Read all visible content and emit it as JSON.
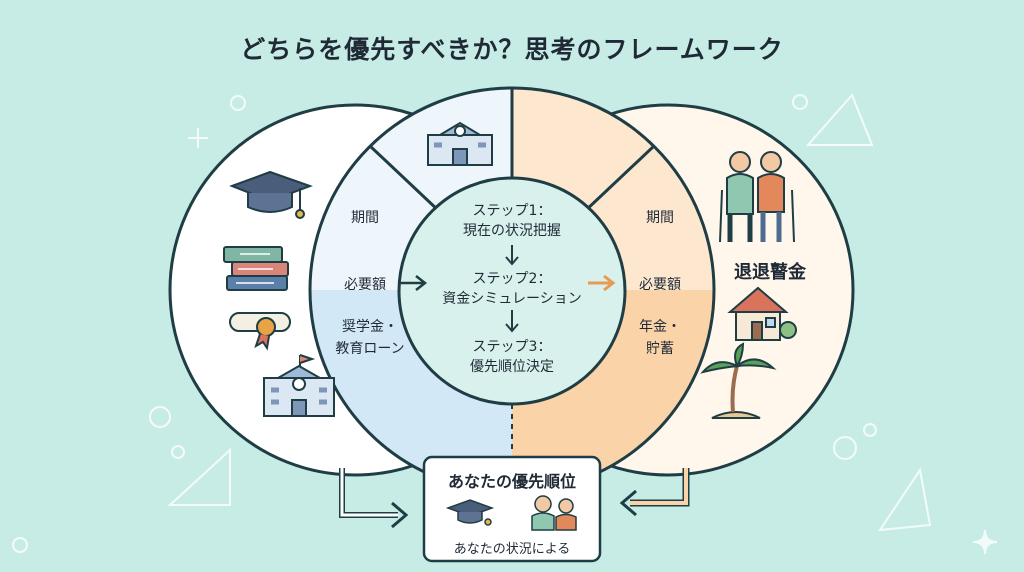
{
  "title": "どちらを優先すべきか？思考のフレームワーク",
  "left": {
    "period": "期間",
    "amount": "必要額",
    "item_line1": "奨学金・",
    "item_line2": "教育ローン"
  },
  "center": {
    "step1_line1": "ステップ1：",
    "step1_line2": "現在の状況把握",
    "step2_line1": "ステップ2：",
    "step2_line2": "資金シミュレーション",
    "step3_line1": "ステップ3：",
    "step3_line2": "優先順位決定"
  },
  "right": {
    "period": "期間",
    "amount": "必要額",
    "item_line1": "年金・",
    "item_line2": "貯蓄",
    "big_label": "退退瞽金"
  },
  "result": {
    "title": "あなたの優先順位",
    "subtitle": "あなたの状況による"
  },
  "colors": {
    "background": "#c7ece6",
    "blue": "#d3e8f7",
    "orange": "#fbd3a8",
    "outline": "#1f3d44",
    "teal": "#d8f1ec"
  },
  "icons": [
    "graduation-cap-icon",
    "books-icon",
    "diploma-icon",
    "school-building-icon",
    "elderly-couple-icon",
    "house-icon",
    "palm-tree-icon"
  ]
}
